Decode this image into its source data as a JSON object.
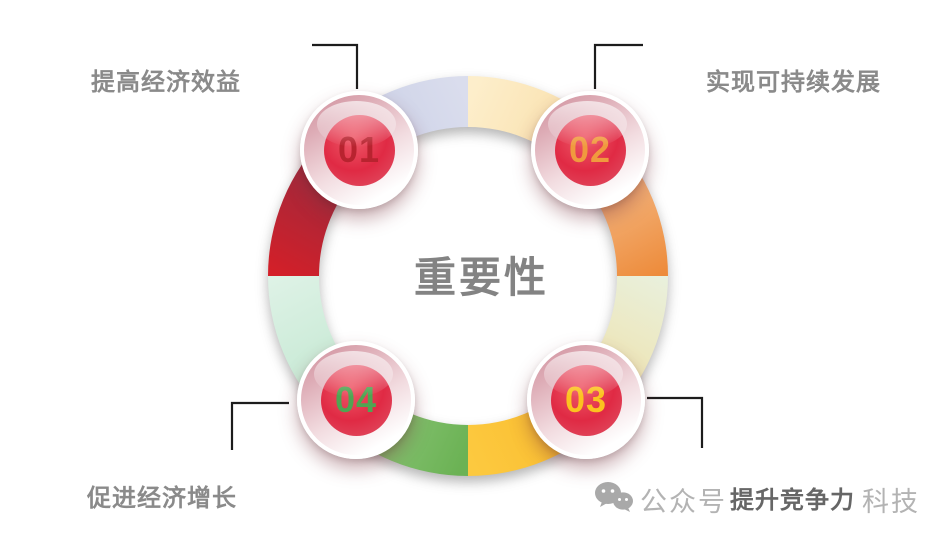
{
  "title": {
    "text": "重要性",
    "color": "#838383"
  },
  "badges": [
    {
      "number": "01",
      "number_color": "#b8232f"
    },
    {
      "number": "02",
      "number_color": "#f09a3e"
    },
    {
      "number": "03",
      "number_color": "#fcc21f"
    },
    {
      "number": "04",
      "number_color": "#4fa552"
    }
  ],
  "labels": [
    {
      "text": "提高经济效益",
      "color": "#8a8a8a"
    },
    {
      "text": "实现可持续发展",
      "color": "#8a8a8a"
    },
    {
      "text": "提升竞争力",
      "color": "#666666"
    },
    {
      "text": "促进经济增长",
      "color": "#8a8a8a"
    }
  ],
  "ring": {
    "segments": [
      {
        "name": "top-left-lavender",
        "from": "#c7cde5",
        "to": "#dadded"
      },
      {
        "name": "top-right-cream",
        "from": "#fdeecb",
        "to": "#f8dca3"
      },
      {
        "name": "right-upper-orange",
        "from": "#f6c192",
        "to": "#ed8b3a"
      },
      {
        "name": "right-lower-lightgreen",
        "from": "#e9f0dc",
        "to": "#efe2ac"
      },
      {
        "name": "bottom-right-gold",
        "from": "#f9b82a",
        "to": "#fcc93f"
      },
      {
        "name": "bottom-left-green",
        "from": "#6bb254",
        "to": "#98cd86"
      },
      {
        "name": "left-lower-mint",
        "from": "#c4e8d2",
        "to": "#def2e6"
      },
      {
        "name": "left-upper-red",
        "from": "#d41f28",
        "to": "#962b40"
      }
    ]
  },
  "connectors": {
    "color": "#1c1c1c"
  },
  "watermark": {
    "prefix": "公众号",
    "suffix": "科技",
    "color": "#b3b3b3",
    "icon_color": "#a9a9a9"
  }
}
